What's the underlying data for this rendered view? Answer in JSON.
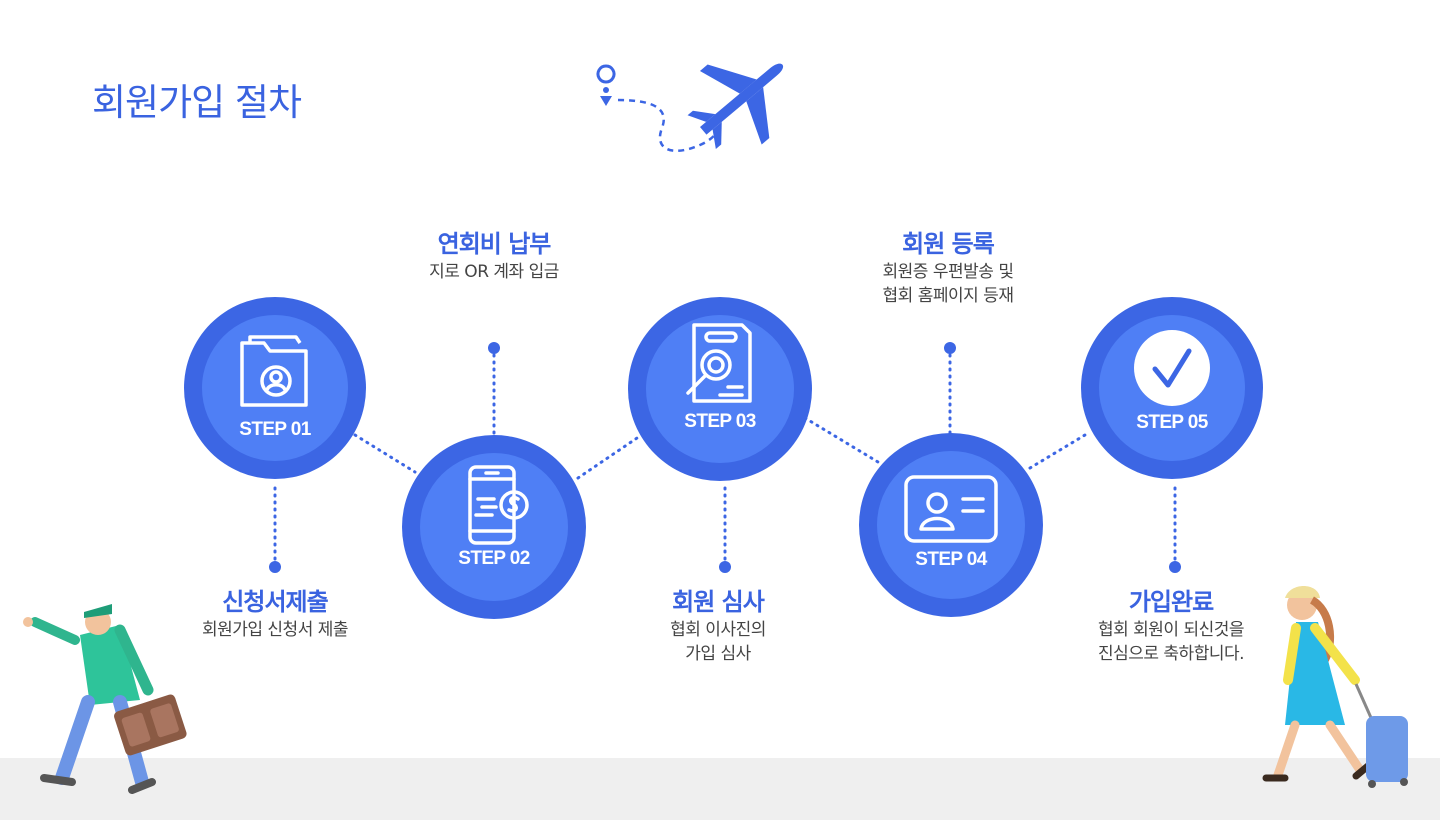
{
  "page": {
    "title": "회원가입 절차"
  },
  "colors": {
    "accent": "#3a63e0",
    "circle_outer": "#3c66e4",
    "circle_inner": "#4f7ff5",
    "floor": "#efefef"
  },
  "steps": [
    {
      "label": "STEP 01",
      "icon": "folder-profile-icon",
      "heading": "신청서제출",
      "desc": "회원가입 신청서 제출"
    },
    {
      "label": "STEP 02",
      "icon": "mobile-payment-icon",
      "heading": "연회비 납부",
      "desc": "지로 OR 계좌 입금"
    },
    {
      "label": "STEP 03",
      "icon": "document-search-icon",
      "heading": "회원 심사",
      "desc": "협회 이사진의\n가입 심사"
    },
    {
      "label": "STEP 04",
      "icon": "id-card-icon",
      "heading": "회원 등록",
      "desc": "회원증 우편발송 및\n협회 홈페이지 등재"
    },
    {
      "label": "STEP 05",
      "icon": "checkmark-icon",
      "heading": "가입완료",
      "desc": "협회 회원이 되신것을\n진심으로 축하합니다."
    }
  ]
}
